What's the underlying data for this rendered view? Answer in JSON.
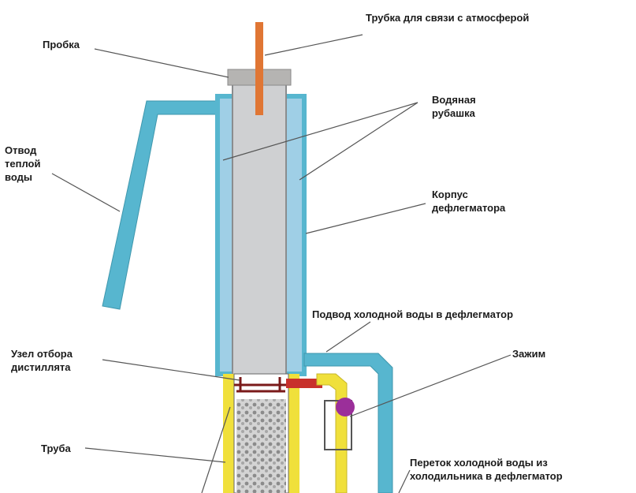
{
  "colors": {
    "water_jacket": "#57b6cf",
    "water_jacket_fill": "#9fcfe6",
    "inner_tube": "#cfd0d2",
    "plug": "#b5b4b2",
    "vent_tube": "#e07634",
    "yellow_pipe": "#f0e03b",
    "red_pipe": "#c8302c",
    "clamp": "#9b2f9a",
    "packing": "#bcbcbc",
    "leader_line": "#555555",
    "text": "#1b1b1b"
  },
  "labels": {
    "vent_tube": "Трубка для связи с атмосферой",
    "plug": "Пробка",
    "water_jacket": "Водяная\nрубашка",
    "warm_water_outlet": "Отвод\nтеплой\nводы",
    "body": "Корпус\nдефлегматора",
    "cold_water_inlet": "Подвод холодной воды в дефлегматор",
    "distillate_node": "Узел отбора\nдистиллята",
    "clamp": "Зажим",
    "pipe": "Труба",
    "cold_water_overflow": "Переток холодной воды из\nхолодильника в дефлегматор"
  }
}
